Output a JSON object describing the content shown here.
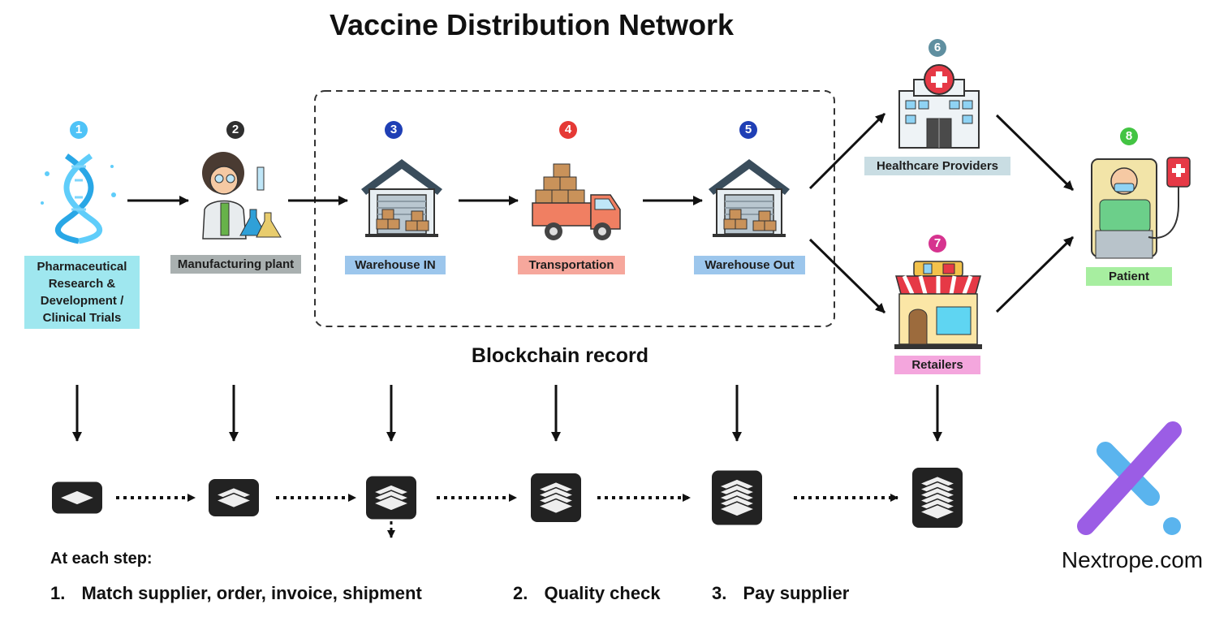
{
  "title": "Vaccine Distribution Network",
  "nodes": [
    {
      "num": "1",
      "label": "Pharmaceutical\nResearch &\nDevelopment /\nClinical Trials",
      "badge_color": "#4fc3f7",
      "label_bg": "#9fe7ef",
      "icon": "dna-icon"
    },
    {
      "num": "2",
      "label": "Manufacturing plant",
      "badge_color": "#2f2f2f",
      "label_bg": "#a9b0b0",
      "icon": "scientist-icon"
    },
    {
      "num": "3",
      "label": "Warehouse IN",
      "badge_color": "#1f3fb5",
      "label_bg": "#9cc6ec",
      "icon": "warehouse-icon"
    },
    {
      "num": "4",
      "label": "Transportation",
      "badge_color": "#e53935",
      "label_bg": "#f6a79c",
      "icon": "truck-icon"
    },
    {
      "num": "5",
      "label": "Warehouse Out",
      "badge_color": "#1f3fb5",
      "label_bg": "#9cc6ec",
      "icon": "warehouse-icon"
    },
    {
      "num": "6",
      "label": "Healthcare Providers",
      "badge_color": "#5f8fa0",
      "label_bg": "#c9dde3",
      "icon": "hospital-icon"
    },
    {
      "num": "7",
      "label": "Retailers",
      "badge_color": "#d6338f",
      "label_bg": "#f4a6dd",
      "icon": "store-icon"
    },
    {
      "num": "8",
      "label": "Patient",
      "badge_color": "#43c443",
      "label_bg": "#a7eea0",
      "icon": "patient-icon"
    }
  ],
  "blockchain_caption": "Blockchain record",
  "block_layers": [
    1,
    2,
    3,
    4,
    5,
    6
  ],
  "steps_heading": "At each step:",
  "steps": [
    {
      "num": "1.",
      "text": "Match supplier, order, invoice, shipment"
    },
    {
      "num": "2.",
      "text": "Quality check"
    },
    {
      "num": "3.",
      "text": "Pay supplier"
    }
  ],
  "brand": "Nextrope.com",
  "colors": {
    "logo_purple": "#9b5de5",
    "logo_blue": "#5ab4ee",
    "block_dark": "#222222"
  }
}
